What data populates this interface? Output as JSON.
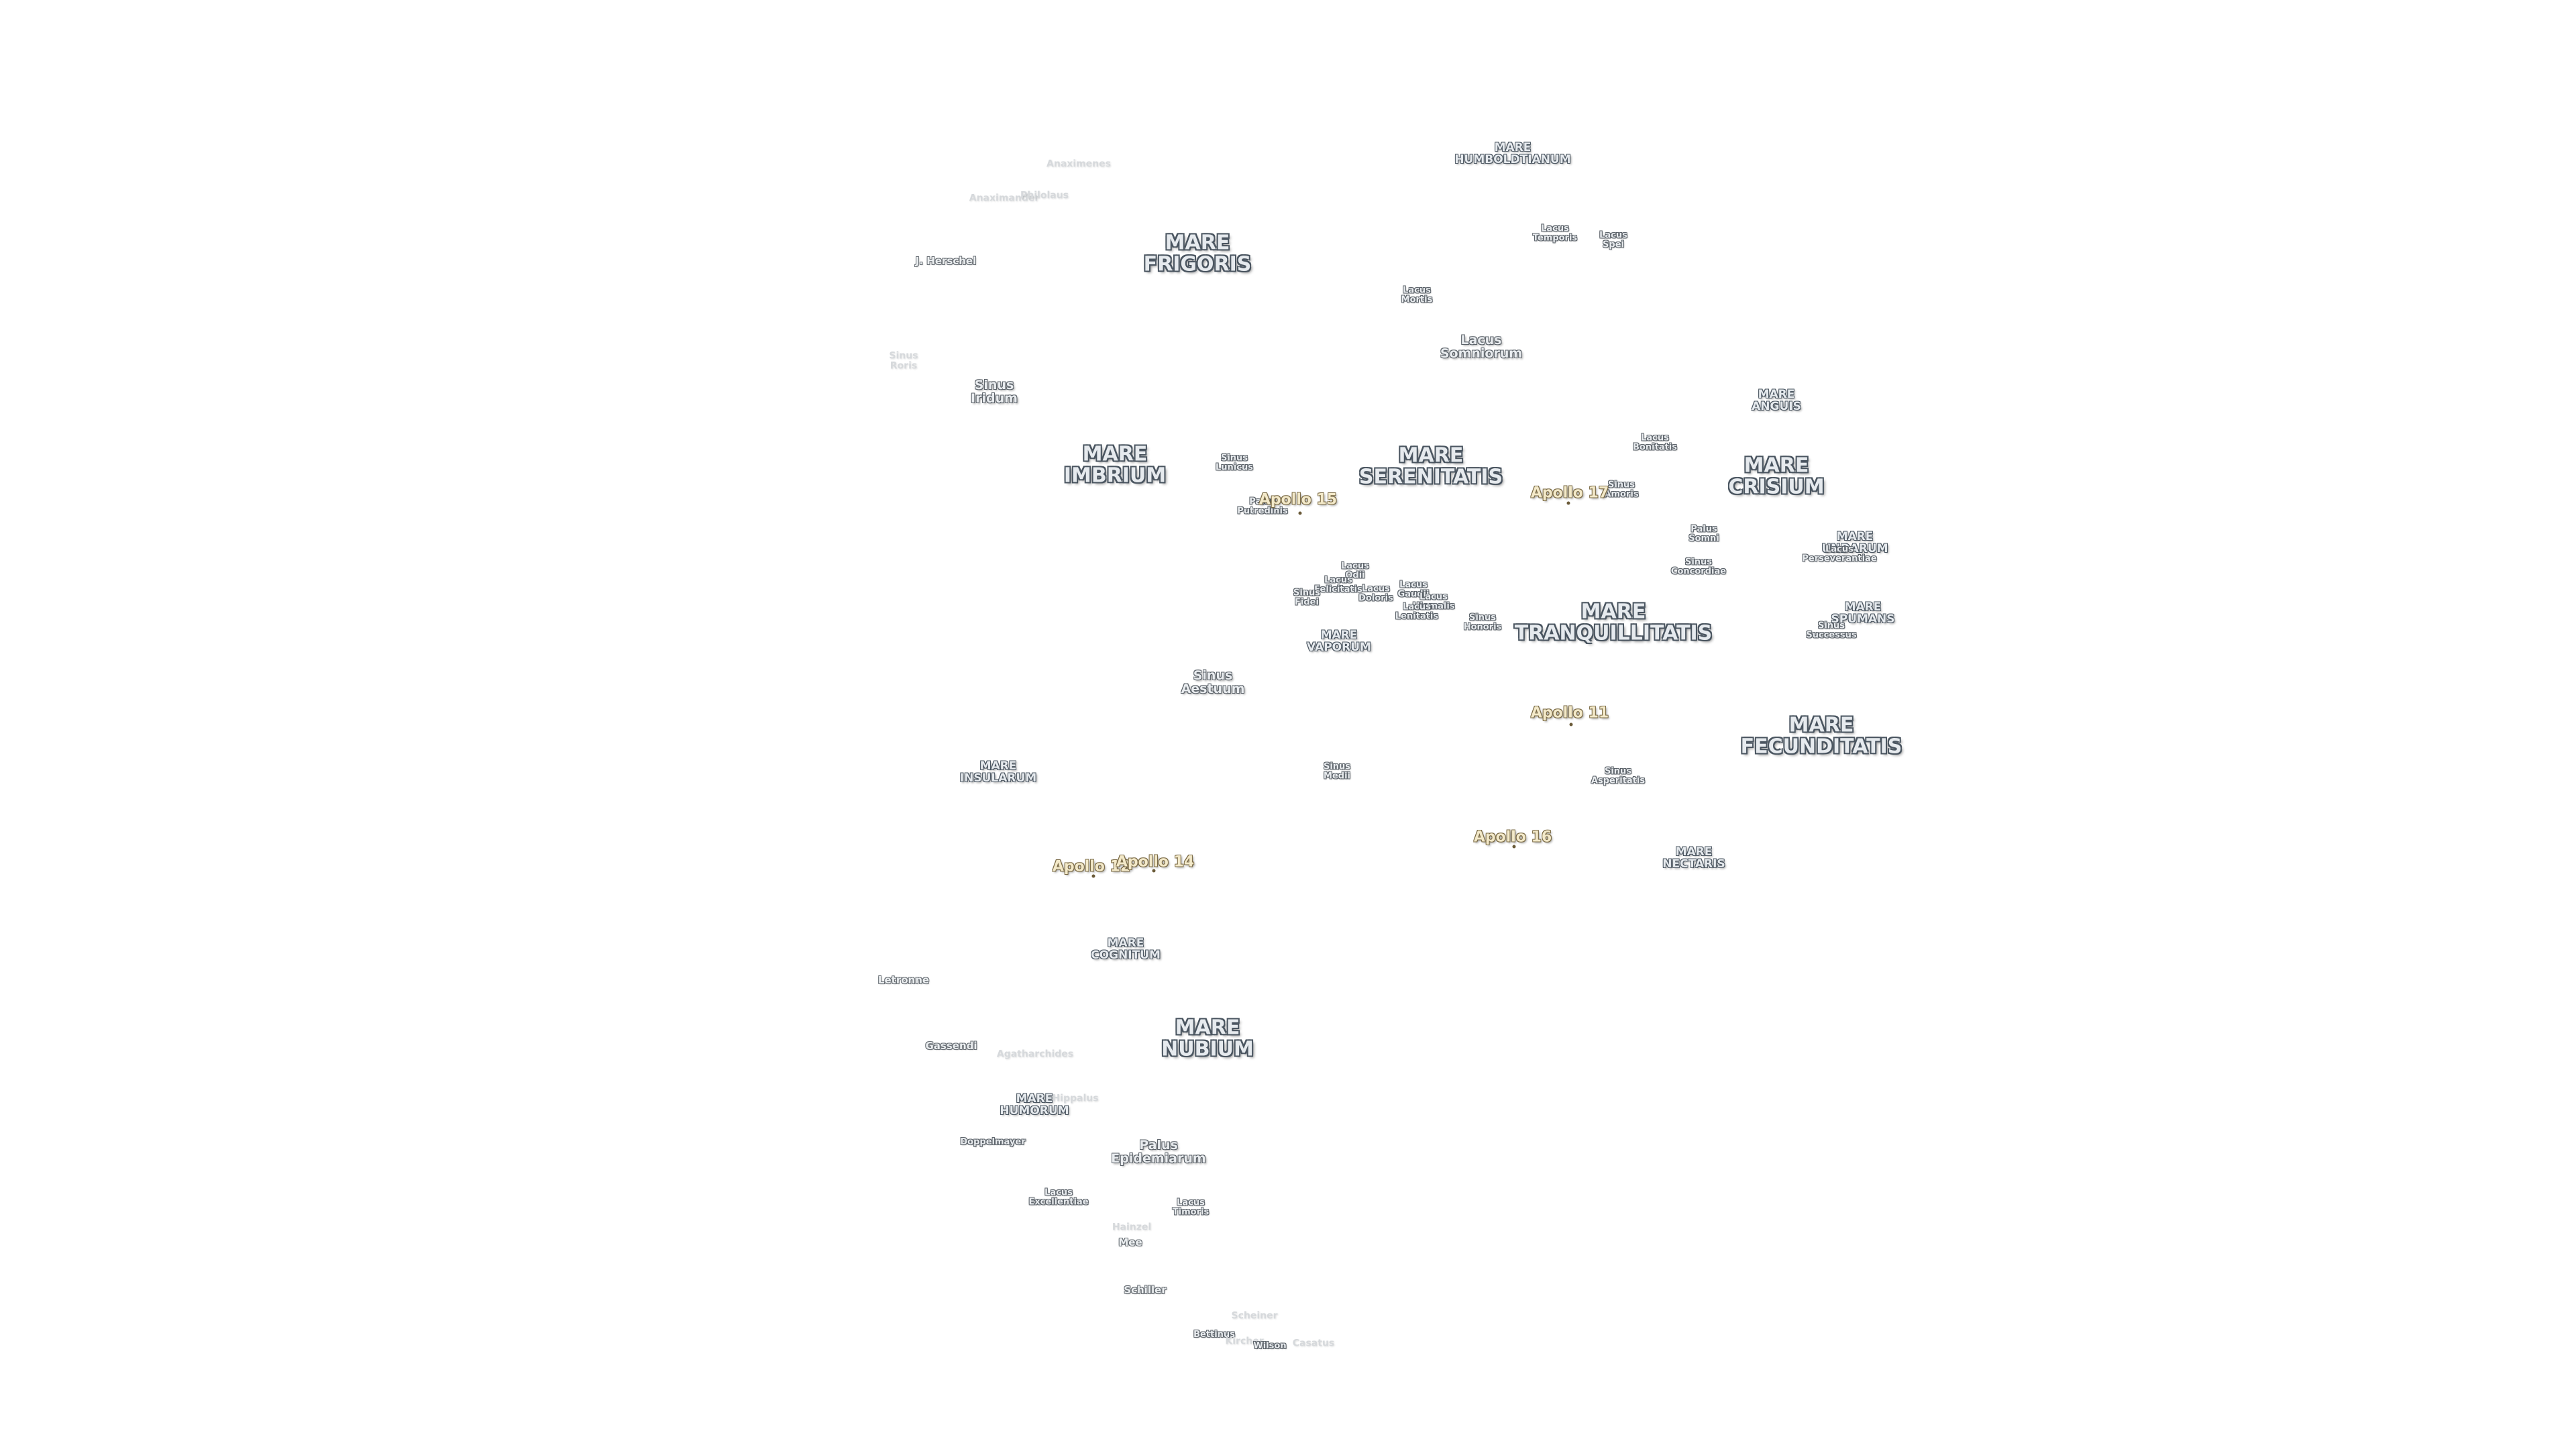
{
  "map": {
    "labels": [
      {
        "id": "mare-humboldtianum",
        "text": "MARE\nHUMBOLDTIANUM",
        "kind": "mare-s"
      },
      {
        "id": "mare-frigoris",
        "text": "MARE\nFRIGORIS",
        "kind": "mare"
      },
      {
        "id": "lacus-temporis",
        "text": "Lacus\nTemporis",
        "kind": "small"
      },
      {
        "id": "lacus-spei",
        "text": "Lacus\nSpei",
        "kind": "small"
      },
      {
        "id": "lacus-mortis",
        "text": "Lacus\nMortis",
        "kind": "small"
      },
      {
        "id": "lacus-somniorum",
        "text": "Lacus\nSomniorum",
        "kind": "feat"
      },
      {
        "id": "mare-anguis",
        "text": "MARE\nANGUIS",
        "kind": "mare-s"
      },
      {
        "id": "lacus-bonitatis",
        "text": "Lacus\nBonitatis",
        "kind": "small"
      },
      {
        "id": "sinus-amoris",
        "text": "Sinus\nAmoris",
        "kind": "small"
      },
      {
        "id": "mare-crisium",
        "text": "MARE\nCRISIUM",
        "kind": "mare"
      },
      {
        "id": "mare-serenitatis",
        "text": "MARE\nSERENITATIS",
        "kind": "mare"
      },
      {
        "id": "mare-imbrium",
        "text": "MARE\nIMBRIUM",
        "kind": "mare"
      },
      {
        "id": "sinus-lunicus",
        "text": "Sinus\nLunicus",
        "kind": "small"
      },
      {
        "id": "palus-putredinis",
        "text": "Palus\nPutredinis",
        "kind": "small"
      },
      {
        "id": "sinus-iridum",
        "text": "Sinus\nIridum",
        "kind": "feat"
      },
      {
        "id": "sinus-roris",
        "text": "Sinus\nRoris",
        "kind": "faint"
      },
      {
        "id": "j-herschel",
        "text": "J. Herschel",
        "kind": "crater"
      },
      {
        "id": "anaximander",
        "text": "Anaximander",
        "kind": "faint"
      },
      {
        "id": "philolaus",
        "text": "Philolaus",
        "kind": "faint"
      },
      {
        "id": "anaximenes",
        "text": "Anaximenes",
        "kind": "faint"
      },
      {
        "id": "palus-somni",
        "text": "Palus\nSomni",
        "kind": "small"
      },
      {
        "id": "sinus-concordiae",
        "text": "Sinus\nConcordiae",
        "kind": "small"
      },
      {
        "id": "mare-undarum",
        "text": "MARE\nUNDARUM",
        "kind": "mare-s"
      },
      {
        "id": "lacus-perseverantiae",
        "text": "Lacus\nPerseverantiae",
        "kind": "small"
      },
      {
        "id": "mare-spumans",
        "text": "MARE\nSPUMANS",
        "kind": "mare-s"
      },
      {
        "id": "sinus-successus",
        "text": "Sinus\nSuccessus",
        "kind": "small"
      },
      {
        "id": "lacus-odii",
        "text": "Lacus\nOdii",
        "kind": "small"
      },
      {
        "id": "lacus-felicitatis",
        "text": "Lacus\nFelicitatis",
        "kind": "small"
      },
      {
        "id": "lacus-doloris",
        "text": "Lacus\nDoloris",
        "kind": "small"
      },
      {
        "id": "sinus-fidei",
        "text": "Sinus\nFidei",
        "kind": "small"
      },
      {
        "id": "lacus-gaudii",
        "text": "Lacus\nGaudii",
        "kind": "small"
      },
      {
        "id": "lacus-hiemalis",
        "text": "Lacus\nHiemalis",
        "kind": "small"
      },
      {
        "id": "lacus-lenitatis",
        "text": "Lacus\nLenitatis",
        "kind": "small"
      },
      {
        "id": "sinus-honoris",
        "text": "Sinus\nHonoris",
        "kind": "small"
      },
      {
        "id": "mare-tranquillitatis",
        "text": "MARE\nTRANQUILLITATIS",
        "kind": "mare"
      },
      {
        "id": "mare-vaporum",
        "text": "MARE\nVAPORUM",
        "kind": "mare-s"
      },
      {
        "id": "sinus-aestuum",
        "text": "Sinus\nAestuum",
        "kind": "feat"
      },
      {
        "id": "mare-fecunditatis",
        "text": "MARE\nFECUNDITATIS",
        "kind": "mare"
      },
      {
        "id": "mare-insularum",
        "text": "MARE\nINSULARUM",
        "kind": "mare-s"
      },
      {
        "id": "sinus-medii",
        "text": "Sinus\nMedii",
        "kind": "small"
      },
      {
        "id": "sinus-asperitatis",
        "text": "Sinus\nAsperitatis",
        "kind": "small"
      },
      {
        "id": "mare-nectaris",
        "text": "MARE\nNECTARIS",
        "kind": "mare-s"
      },
      {
        "id": "mare-cognitum",
        "text": "MARE\nCOGNITUM",
        "kind": "mare-s"
      },
      {
        "id": "letronne",
        "text": "Letronne",
        "kind": "crater"
      },
      {
        "id": "mare-nubium",
        "text": "MARE\nNUBIUM",
        "kind": "mare"
      },
      {
        "id": "gassendi",
        "text": "Gassendi",
        "kind": "crater"
      },
      {
        "id": "agatharchides",
        "text": "Agatharchides",
        "kind": "faint"
      },
      {
        "id": "mare-humorum",
        "text": "MARE\nHUMORUM",
        "kind": "mare-s"
      },
      {
        "id": "hippalus",
        "text": "Hippalus",
        "kind": "faint"
      },
      {
        "id": "doppelmayer",
        "text": "Doppelmayer",
        "kind": "small"
      },
      {
        "id": "palus-epidemiarum",
        "text": "Palus\nEpidemiarum",
        "kind": "feat"
      },
      {
        "id": "lacus-excellentiae",
        "text": "Lacus\nExcellentiae",
        "kind": "small"
      },
      {
        "id": "lacus-timoris",
        "text": "Lacus\nTimoris",
        "kind": "small"
      },
      {
        "id": "hainzel",
        "text": "Hainzel",
        "kind": "faint"
      },
      {
        "id": "mee",
        "text": "Mee",
        "kind": "crater"
      },
      {
        "id": "schiller",
        "text": "Schiller",
        "kind": "crater"
      },
      {
        "id": "scheiner",
        "text": "Scheiner",
        "kind": "faint"
      },
      {
        "id": "bettinus",
        "text": "Bettinus",
        "kind": "small"
      },
      {
        "id": "kircher",
        "text": "Kircher",
        "kind": "faint"
      },
      {
        "id": "wilson",
        "text": "Wilson",
        "kind": "small"
      },
      {
        "id": "casatus",
        "text": "Casatus",
        "kind": "faint"
      }
    ],
    "apollo_sites": [
      {
        "id": "apollo-15",
        "text": "Apollo 15"
      },
      {
        "id": "apollo-17",
        "text": "Apollo 17"
      },
      {
        "id": "apollo-11",
        "text": "Apollo 11"
      },
      {
        "id": "apollo-16",
        "text": "Apollo 16"
      },
      {
        "id": "apollo-12",
        "text": "Apollo 12"
      },
      {
        "id": "apollo-14",
        "text": "Apollo 14"
      }
    ]
  }
}
